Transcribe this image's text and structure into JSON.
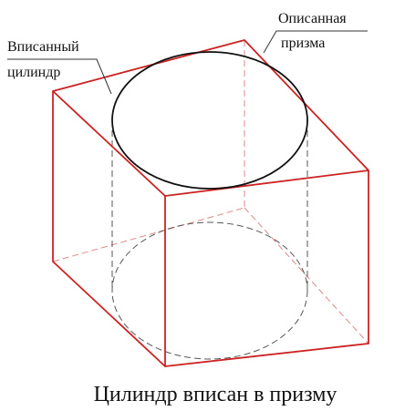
{
  "labels": {
    "inscribed_line1": "Вписанный",
    "inscribed_line2": "цилиндр",
    "circumscribed_line1": "Описанная",
    "circumscribed_line2": "призма"
  },
  "caption": "Цилиндр вписан в призму",
  "colors": {
    "prism_edges": "#cc2222",
    "prism_hidden": "#e08888",
    "cylinder": "#111111",
    "cylinder_hidden": "#555555",
    "leader": "#333333"
  }
}
